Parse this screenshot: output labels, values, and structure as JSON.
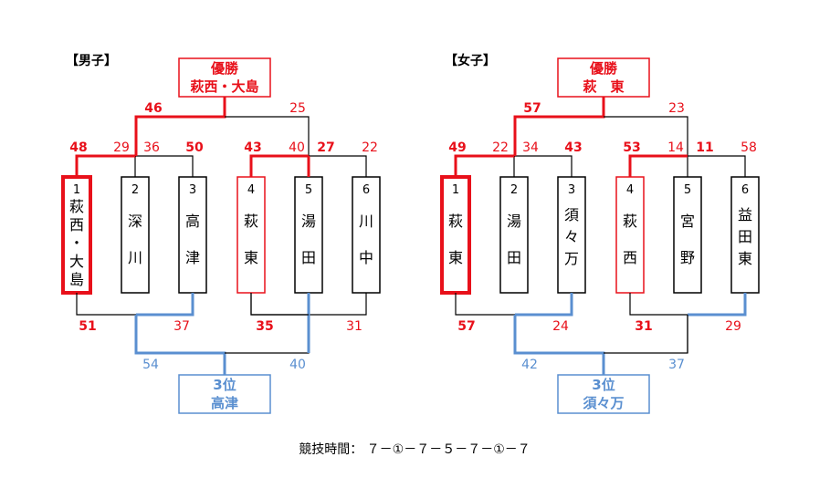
{
  "footer": "競技時間： ７－①－７－５－７－①－７",
  "brackets": [
    {
      "title": "【男子】",
      "champion_label": "優勝",
      "champion_name": "萩西・大島",
      "third_label": "3位",
      "third_name": "高津",
      "teams": [
        {
          "num": "1",
          "name": [
            "萩",
            "西",
            "・",
            "大",
            "島"
          ],
          "style": "win"
        },
        {
          "num": "2",
          "name": [
            "深",
            "川"
          ],
          "style": "normal"
        },
        {
          "num": "3",
          "name": [
            "高",
            "津"
          ],
          "style": "normal"
        },
        {
          "num": "4",
          "name": [
            "萩",
            "東"
          ],
          "style": "semi"
        },
        {
          "num": "5",
          "name": [
            "湯",
            "田"
          ],
          "style": "normal"
        },
        {
          "num": "6",
          "name": [
            "川",
            "中"
          ],
          "style": "normal"
        }
      ],
      "scores": {
        "final_left": "46",
        "final_right": "25",
        "s1_t1": "48",
        "s1_r": "29",
        "s1_qf_l": "36",
        "s1_qf_r": "50",
        "s2_t4": "43",
        "s2_l": "40",
        "s2_qf_l": "27",
        "s2_qf_r": "22",
        "b_t1": "51",
        "b_t3": "37",
        "b_t4": "35",
        "b_t6": "31",
        "third_left": "54",
        "third_right": "40"
      }
    },
    {
      "title": "【女子】",
      "champion_label": "優勝",
      "champion_name": "萩　東",
      "third_label": "3位",
      "third_name": "須々万",
      "teams": [
        {
          "num": "1",
          "name": [
            "萩",
            "東"
          ],
          "style": "win"
        },
        {
          "num": "2",
          "name": [
            "湯",
            "田"
          ],
          "style": "normal"
        },
        {
          "num": "3",
          "name": [
            "須",
            "々",
            "万"
          ],
          "style": "normal"
        },
        {
          "num": "4",
          "name": [
            "萩",
            "西"
          ],
          "style": "semi"
        },
        {
          "num": "5",
          "name": [
            "宮",
            "野"
          ],
          "style": "normal"
        },
        {
          "num": "6",
          "name": [
            "益",
            "田",
            "東"
          ],
          "style": "normal"
        }
      ],
      "scores": {
        "final_left": "57",
        "final_right": "23",
        "s1_t1": "49",
        "s1_r": "22",
        "s1_qf_l": "34",
        "s1_qf_r": "43",
        "s2_t4": "53",
        "s2_l": "14",
        "s2_qf_l": "11",
        "s2_qf_r": "58",
        "b_t1": "57",
        "b_t3": "24",
        "b_t4": "31",
        "b_t6": "29",
        "third_left": "42",
        "third_right": "37"
      }
    }
  ]
}
